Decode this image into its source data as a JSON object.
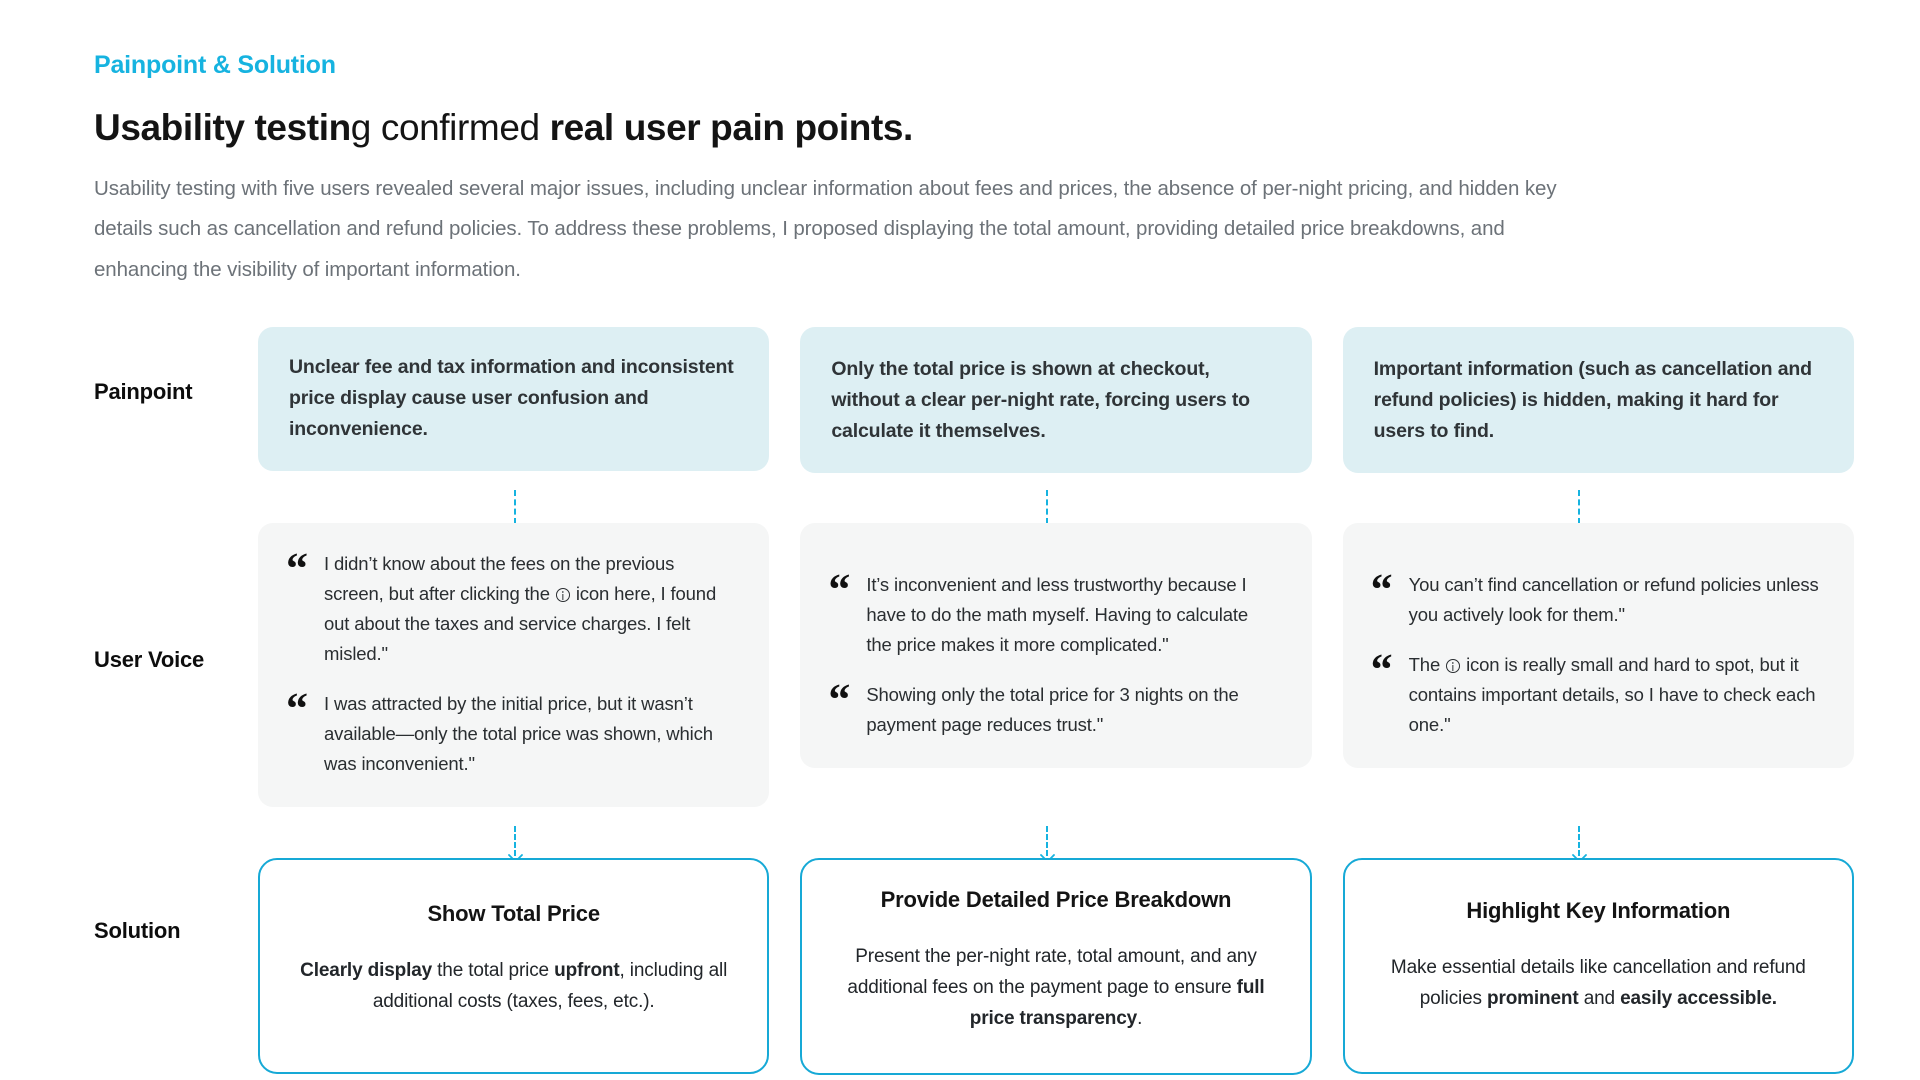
{
  "theme": {
    "accent": "#16b3e0",
    "accent_border": "#16a9d6",
    "painpoint_card_bg": "#ddeff3",
    "voice_card_bg": "#f5f6f6",
    "heading_color": "#141414",
    "body_color": "#6c7278"
  },
  "header": {
    "eyebrow": "Painpoint & Solution",
    "headline_part1": "Usability testin",
    "headline_part2": "g confirmed ",
    "headline_part3": "real user pain points.",
    "lede": "Usability testing with five users revealed several major issues, including unclear information about fees and prices, the absence of per-night pricing, and hidden key details such as cancellation and refund policies. To address these problems, I proposed displaying the total amount, providing detailed price breakdowns, and enhancing the visibility of important information."
  },
  "rows": {
    "painpoint_label": "Painpoint",
    "uservoice_label": "User Voice",
    "solution_label": "Solution"
  },
  "painpoints": [
    {
      "text": "Unclear fee and tax information and inconsistent price display cause user confusion and inconvenience."
    },
    {
      "text": "Only the total price is shown at checkout, without a clear per-night rate, forcing users to calculate it themselves."
    },
    {
      "text": "Important information (such as cancellation and refund policies) is hidden, making it hard for users to find."
    }
  ],
  "uservoices": [
    {
      "quotes": [
        {
          "before": "I didn’t know about the fees on the previous screen, but after clicking the ",
          "icon": "info-circle-icon",
          "after": " icon here, I found out about the taxes and service charges. I felt misled.\""
        },
        {
          "before": "I was attracted by the initial price, but it wasn’t available—only the total price was shown, which was inconvenient.\"",
          "icon": null,
          "after": ""
        }
      ]
    },
    {
      "quotes": [
        {
          "before": "It’s inconvenient and less trustworthy because I have to do the math myself. Having to calculate the price makes it more complicated.\"",
          "icon": null,
          "after": ""
        },
        {
          "before": "Showing only the total price for 3 nights on the payment page reduces trust.\"",
          "icon": null,
          "after": ""
        }
      ]
    },
    {
      "quotes": [
        {
          "before": "You can’t find cancellation or refund policies unless you actively look for them.\"",
          "icon": null,
          "after": ""
        },
        {
          "before": "The ",
          "icon": "info-circle-icon",
          "after": " icon is really small and hard to spot, but it contains important details, so I have to check each one.\""
        }
      ]
    }
  ],
  "solutions": [
    {
      "title": "Show Total Price",
      "body_1": "",
      "body_b1": "Clearly display",
      "body_2": " the total price ",
      "body_b2": "upfront",
      "body_3": ", including all additional costs (taxes, fees, etc.)."
    },
    {
      "title": "Provide Detailed Price Breakdown",
      "body_1": "Present the per-night rate, total amount, and any additional fees on the payment page to ensure ",
      "body_b1": "full price transparency",
      "body_2": ".",
      "body_b2": "",
      "body_3": ""
    },
    {
      "title": "Highlight Key Information",
      "body_1": "Make essential details like cancellation and refund policies ",
      "body_b1": "prominent",
      "body_2": " and ",
      "body_b2": "easily accessible.",
      "body_3": ""
    }
  ]
}
